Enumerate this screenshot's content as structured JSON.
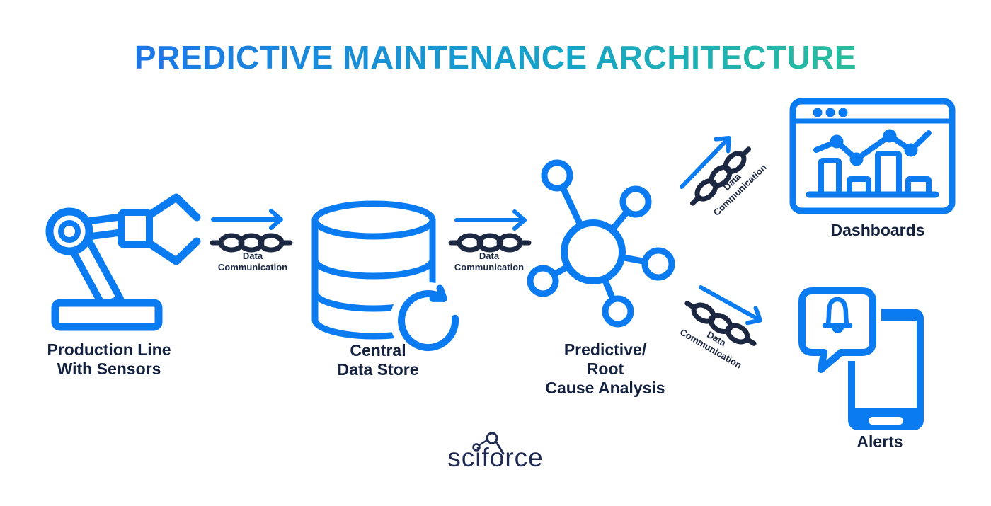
{
  "title": {
    "text": "PREDICTIVE MAINTENANCE ARCHITECTURE",
    "gradient_start": "#1E70EB",
    "gradient_mid": "#16A3C9",
    "gradient_end": "#2FC390"
  },
  "colors": {
    "icon_blue": "#0B7BF2",
    "chain_navy": "#1C2742",
    "label_navy": "#13213F",
    "logo_navy": "#1F2A52",
    "background": "#FFFFFF"
  },
  "nodes": [
    {
      "id": "production-line",
      "icon": "robot-arm-icon",
      "label": "Production Line\nWith Sensors"
    },
    {
      "id": "central-data-store",
      "icon": "database-sync-icon",
      "label": "Central\nData Store"
    },
    {
      "id": "predictive-root-cause-analysis",
      "icon": "network-analysis-icon",
      "label": "Predictive/\nRoot\nCause Analysis"
    },
    {
      "id": "dashboards",
      "icon": "dashboard-window-icon",
      "label": "Dashboards"
    },
    {
      "id": "alerts",
      "icon": "phone-alert-icon",
      "label": "Alerts"
    }
  ],
  "connections": [
    {
      "from": "production-line",
      "to": "central-data-store",
      "icon": "chain-link-icon",
      "arrow": "right",
      "label": "Data\nCommunication"
    },
    {
      "from": "central-data-store",
      "to": "predictive-root-cause-analysis",
      "icon": "chain-link-icon",
      "arrow": "right",
      "label": "Data\nCommunication"
    },
    {
      "from": "predictive-root-cause-analysis",
      "to": "dashboards",
      "icon": "chain-link-icon",
      "arrow": "up-right",
      "label": "Data\nCommunication"
    },
    {
      "from": "predictive-root-cause-analysis",
      "to": "alerts",
      "icon": "chain-link-icon",
      "arrow": "down-right",
      "label": "Data\nCommunication"
    }
  ],
  "logo": {
    "text": "sciforce"
  }
}
